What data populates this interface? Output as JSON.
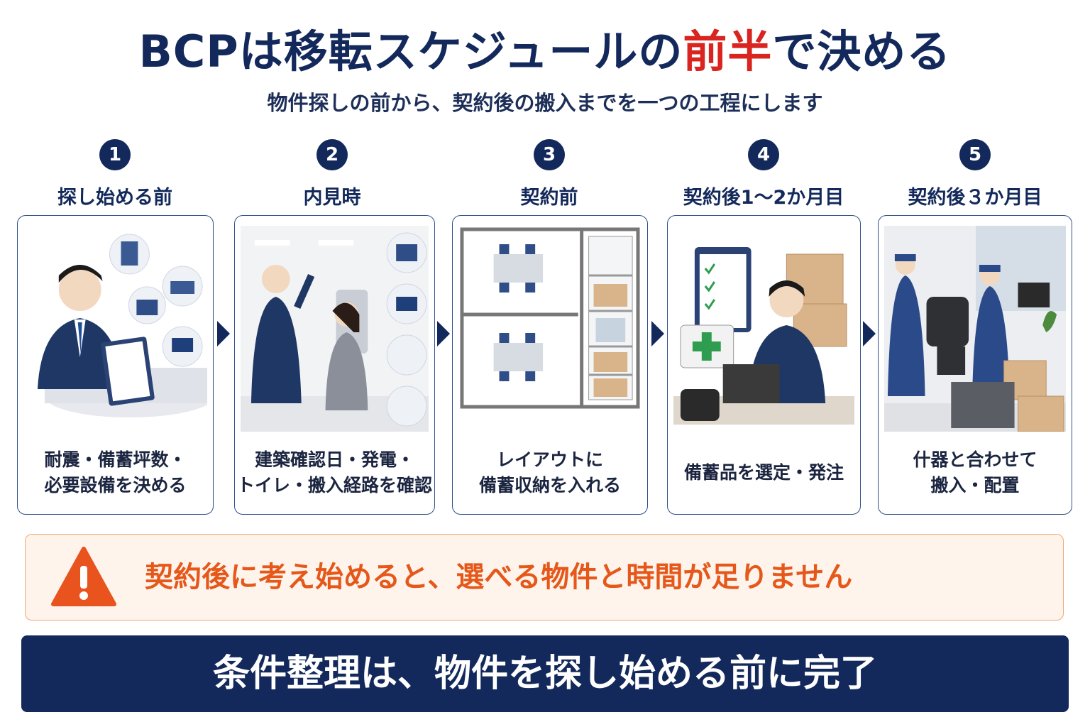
{
  "title": {
    "pre": "BCPは移転スケジュールの",
    "highlight": "前半",
    "post": "で決める"
  },
  "subtitle": "物件探しの前から、契約後の搬入までを一つの工程にします",
  "steps": [
    {
      "number": "1",
      "label": "探し始める前",
      "desc": [
        "耐震・備蓄坪数・",
        "必要設備を決める"
      ]
    },
    {
      "number": "2",
      "label": "内見時",
      "desc": [
        "建築確認日・発電・",
        "トイレ・搬入経路を確認"
      ]
    },
    {
      "number": "3",
      "label": "契約前",
      "desc": [
        "レイアウトに",
        "備蓄収納を入れる"
      ]
    },
    {
      "number": "4",
      "label": "契約後1〜2か月目",
      "desc": [
        "備蓄品を選定・発注"
      ]
    },
    {
      "number": "5",
      "label": "契約後３か月目",
      "desc": [
        "什器と合わせて",
        "搬入・配置"
      ]
    }
  ],
  "warning": "契約後に考え始めると、選べる物件と時間が足りません",
  "bottom": "条件整理は、物件を探し始める前に完了",
  "colors": {
    "navy": "#13295b",
    "red": "#d9241f",
    "orange": "#e5581a",
    "warning_bg": "#fff4ec"
  }
}
